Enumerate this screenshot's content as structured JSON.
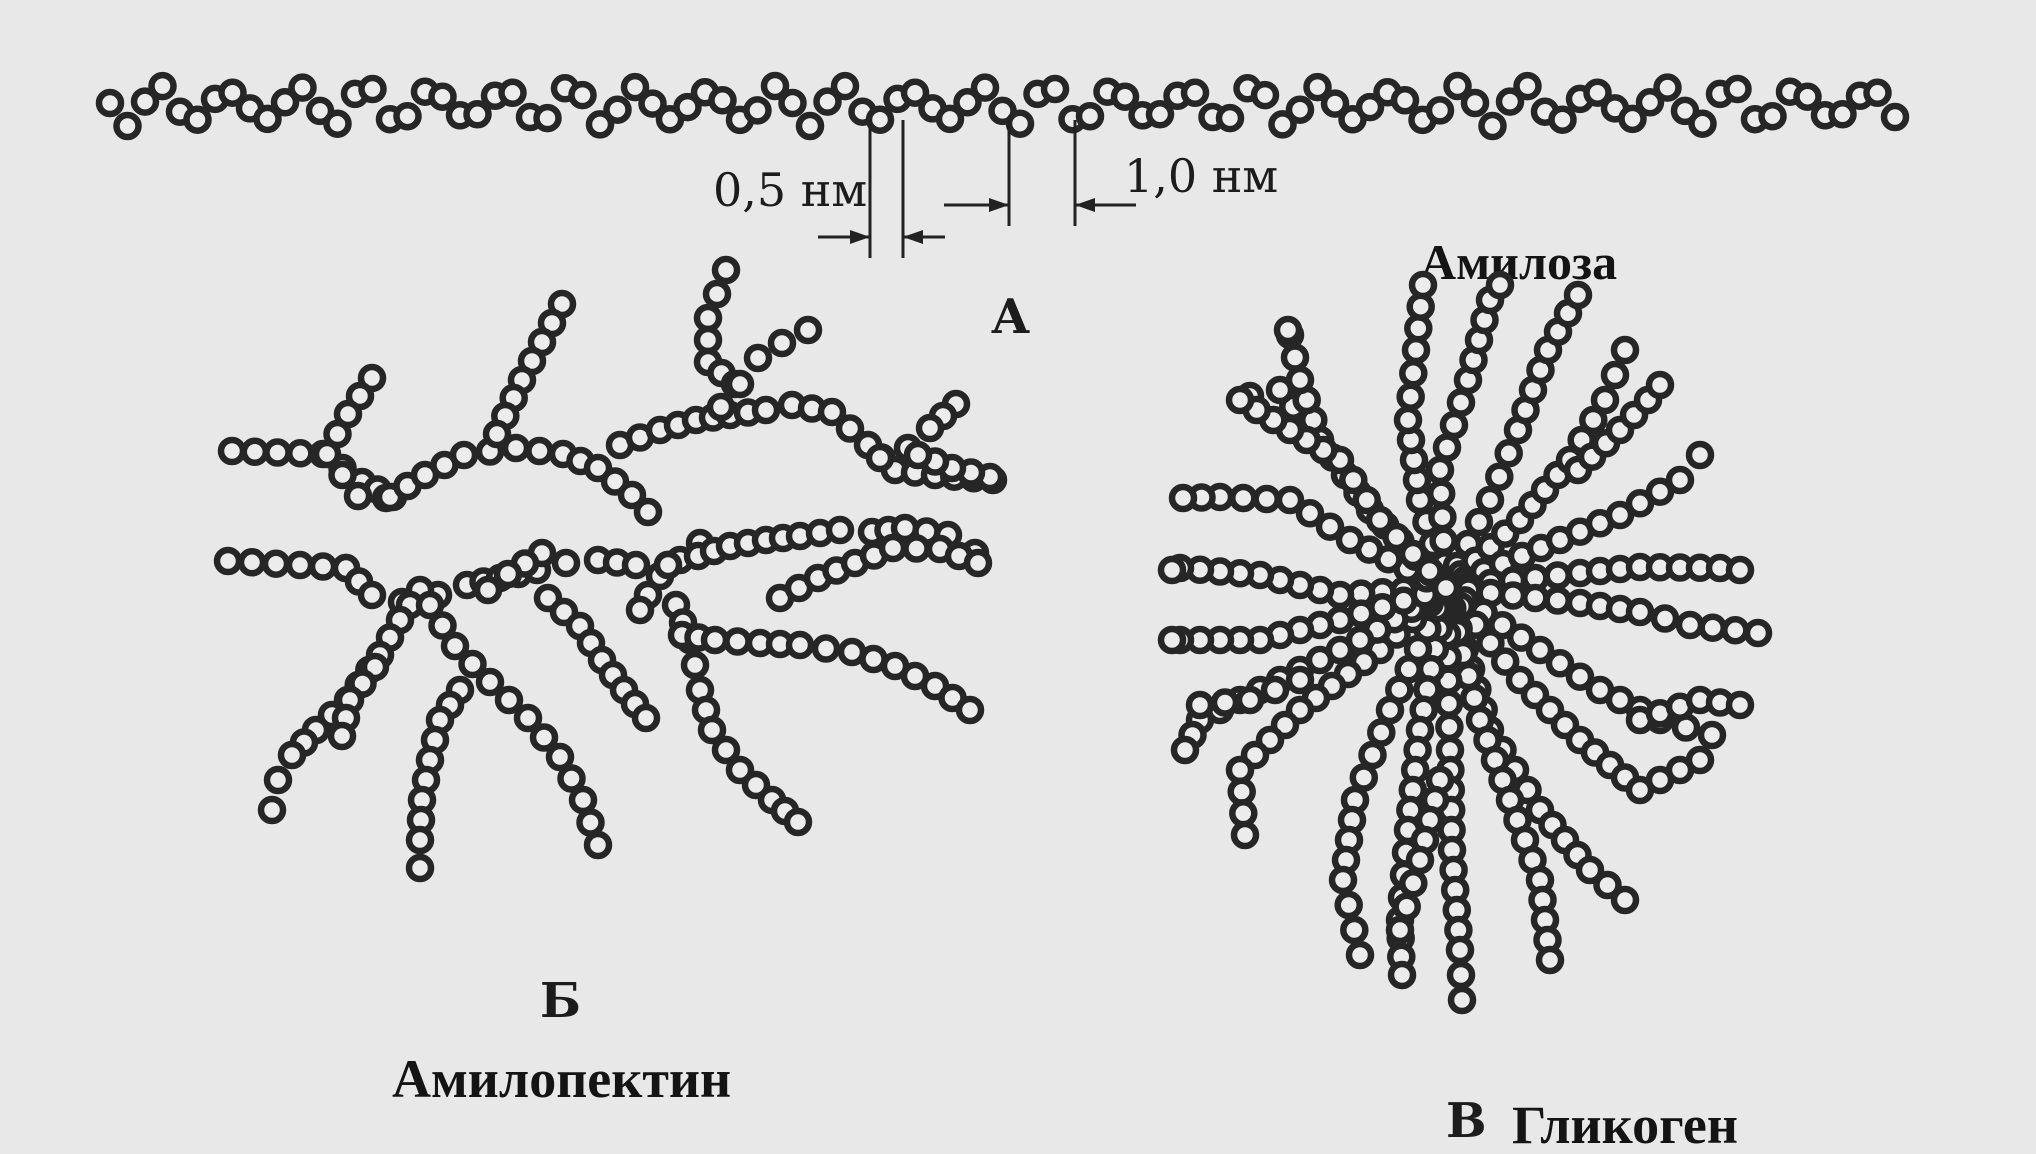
{
  "dimensions": {
    "small": "0,5 нм",
    "large": "1,0 нм"
  },
  "letters": {
    "a": "А",
    "b": "Б",
    "v": "В"
  },
  "names": {
    "amylose": "Амилоза",
    "amylopectin": "Амилопектин",
    "glycogen": "Гликоген"
  }
}
